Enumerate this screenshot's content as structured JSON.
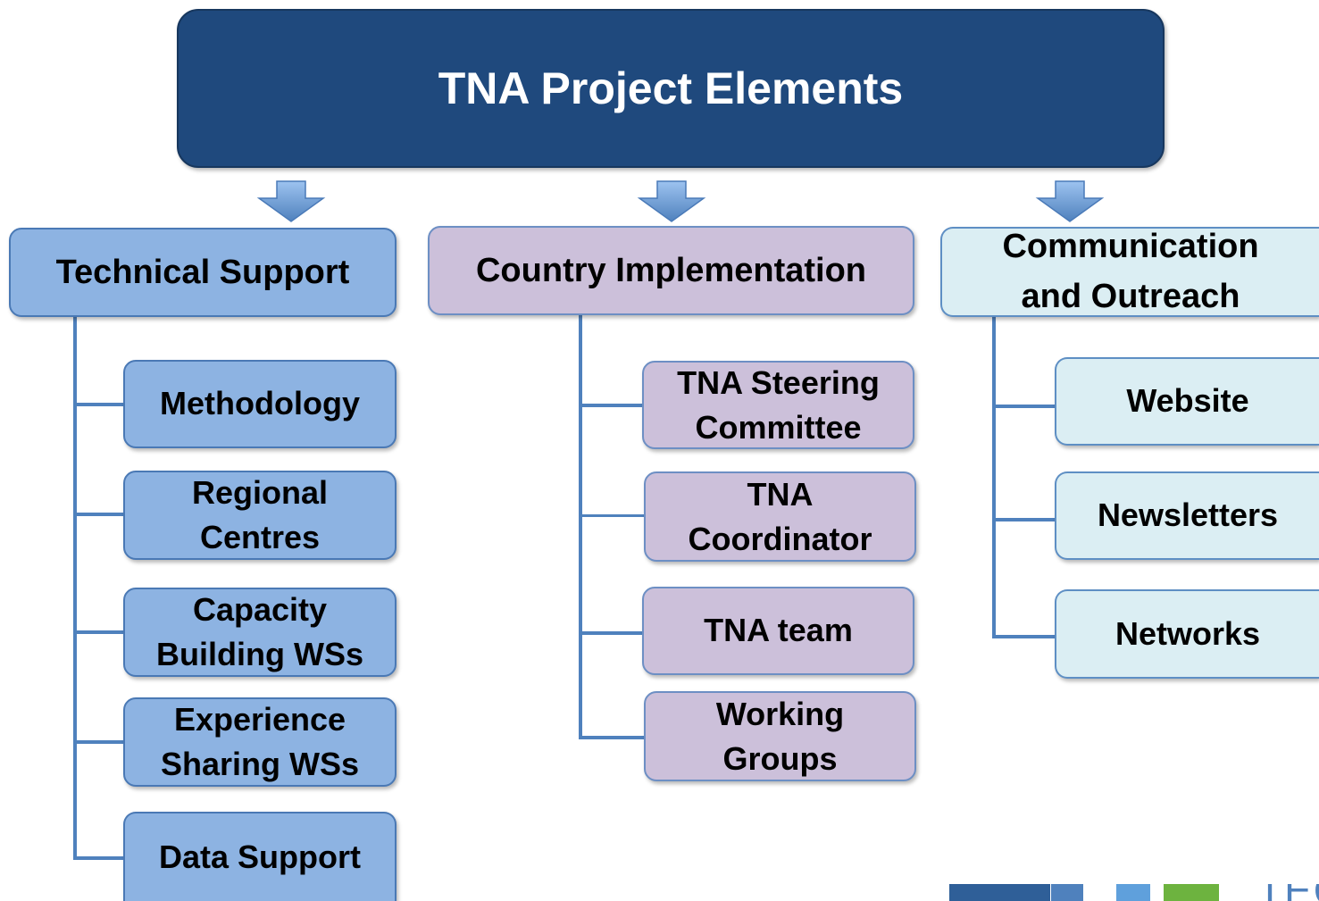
{
  "title": "TNA Project Elements",
  "columns": [
    {
      "header": [
        "Technical Support"
      ],
      "items": [
        [
          "Methodology"
        ],
        [
          "Regional",
          "Centres"
        ],
        [
          "Capacity",
          "Building WSs"
        ],
        [
          "Experience",
          "Sharing WSs"
        ],
        [
          "Data Support"
        ]
      ]
    },
    {
      "header": [
        "Country Implementation"
      ],
      "items": [
        [
          "TNA Steering",
          "Committee"
        ],
        [
          "TNA",
          "Coordinator"
        ],
        [
          "TNA team"
        ],
        [
          "Working",
          "Groups"
        ]
      ]
    },
    {
      "header": [
        "Communication",
        "and Outreach"
      ],
      "items": [
        [
          "Website"
        ],
        [
          "Newsletters"
        ],
        [
          "Networks"
        ]
      ]
    }
  ],
  "logo_text": "TEC",
  "colors": {
    "title_fill": "#1f497d",
    "technical_fill": "#8db3e2",
    "country_fill": "#ccc0da",
    "communication_fill": "#dbeef3",
    "connector": "#4f81bd"
  }
}
